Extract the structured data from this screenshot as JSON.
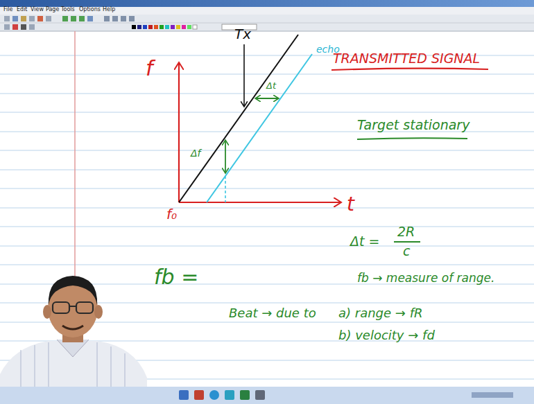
{
  "diagram": {
    "labels": [
      "File",
      "Edit",
      "View",
      "Page",
      "Tools",
      "Options",
      "Help",
      "f",
      "t",
      "f₀",
      "Tx",
      "echo",
      "Δt",
      "Δf",
      "TRANSMITTED SIGNAL",
      "Target stationary",
      "Δt =",
      "2R",
      "c",
      "fb =",
      "fb → measure of range.",
      "Beat → due to",
      "a) range → fR",
      "b) velocity → fd"
    ]
  }
}
